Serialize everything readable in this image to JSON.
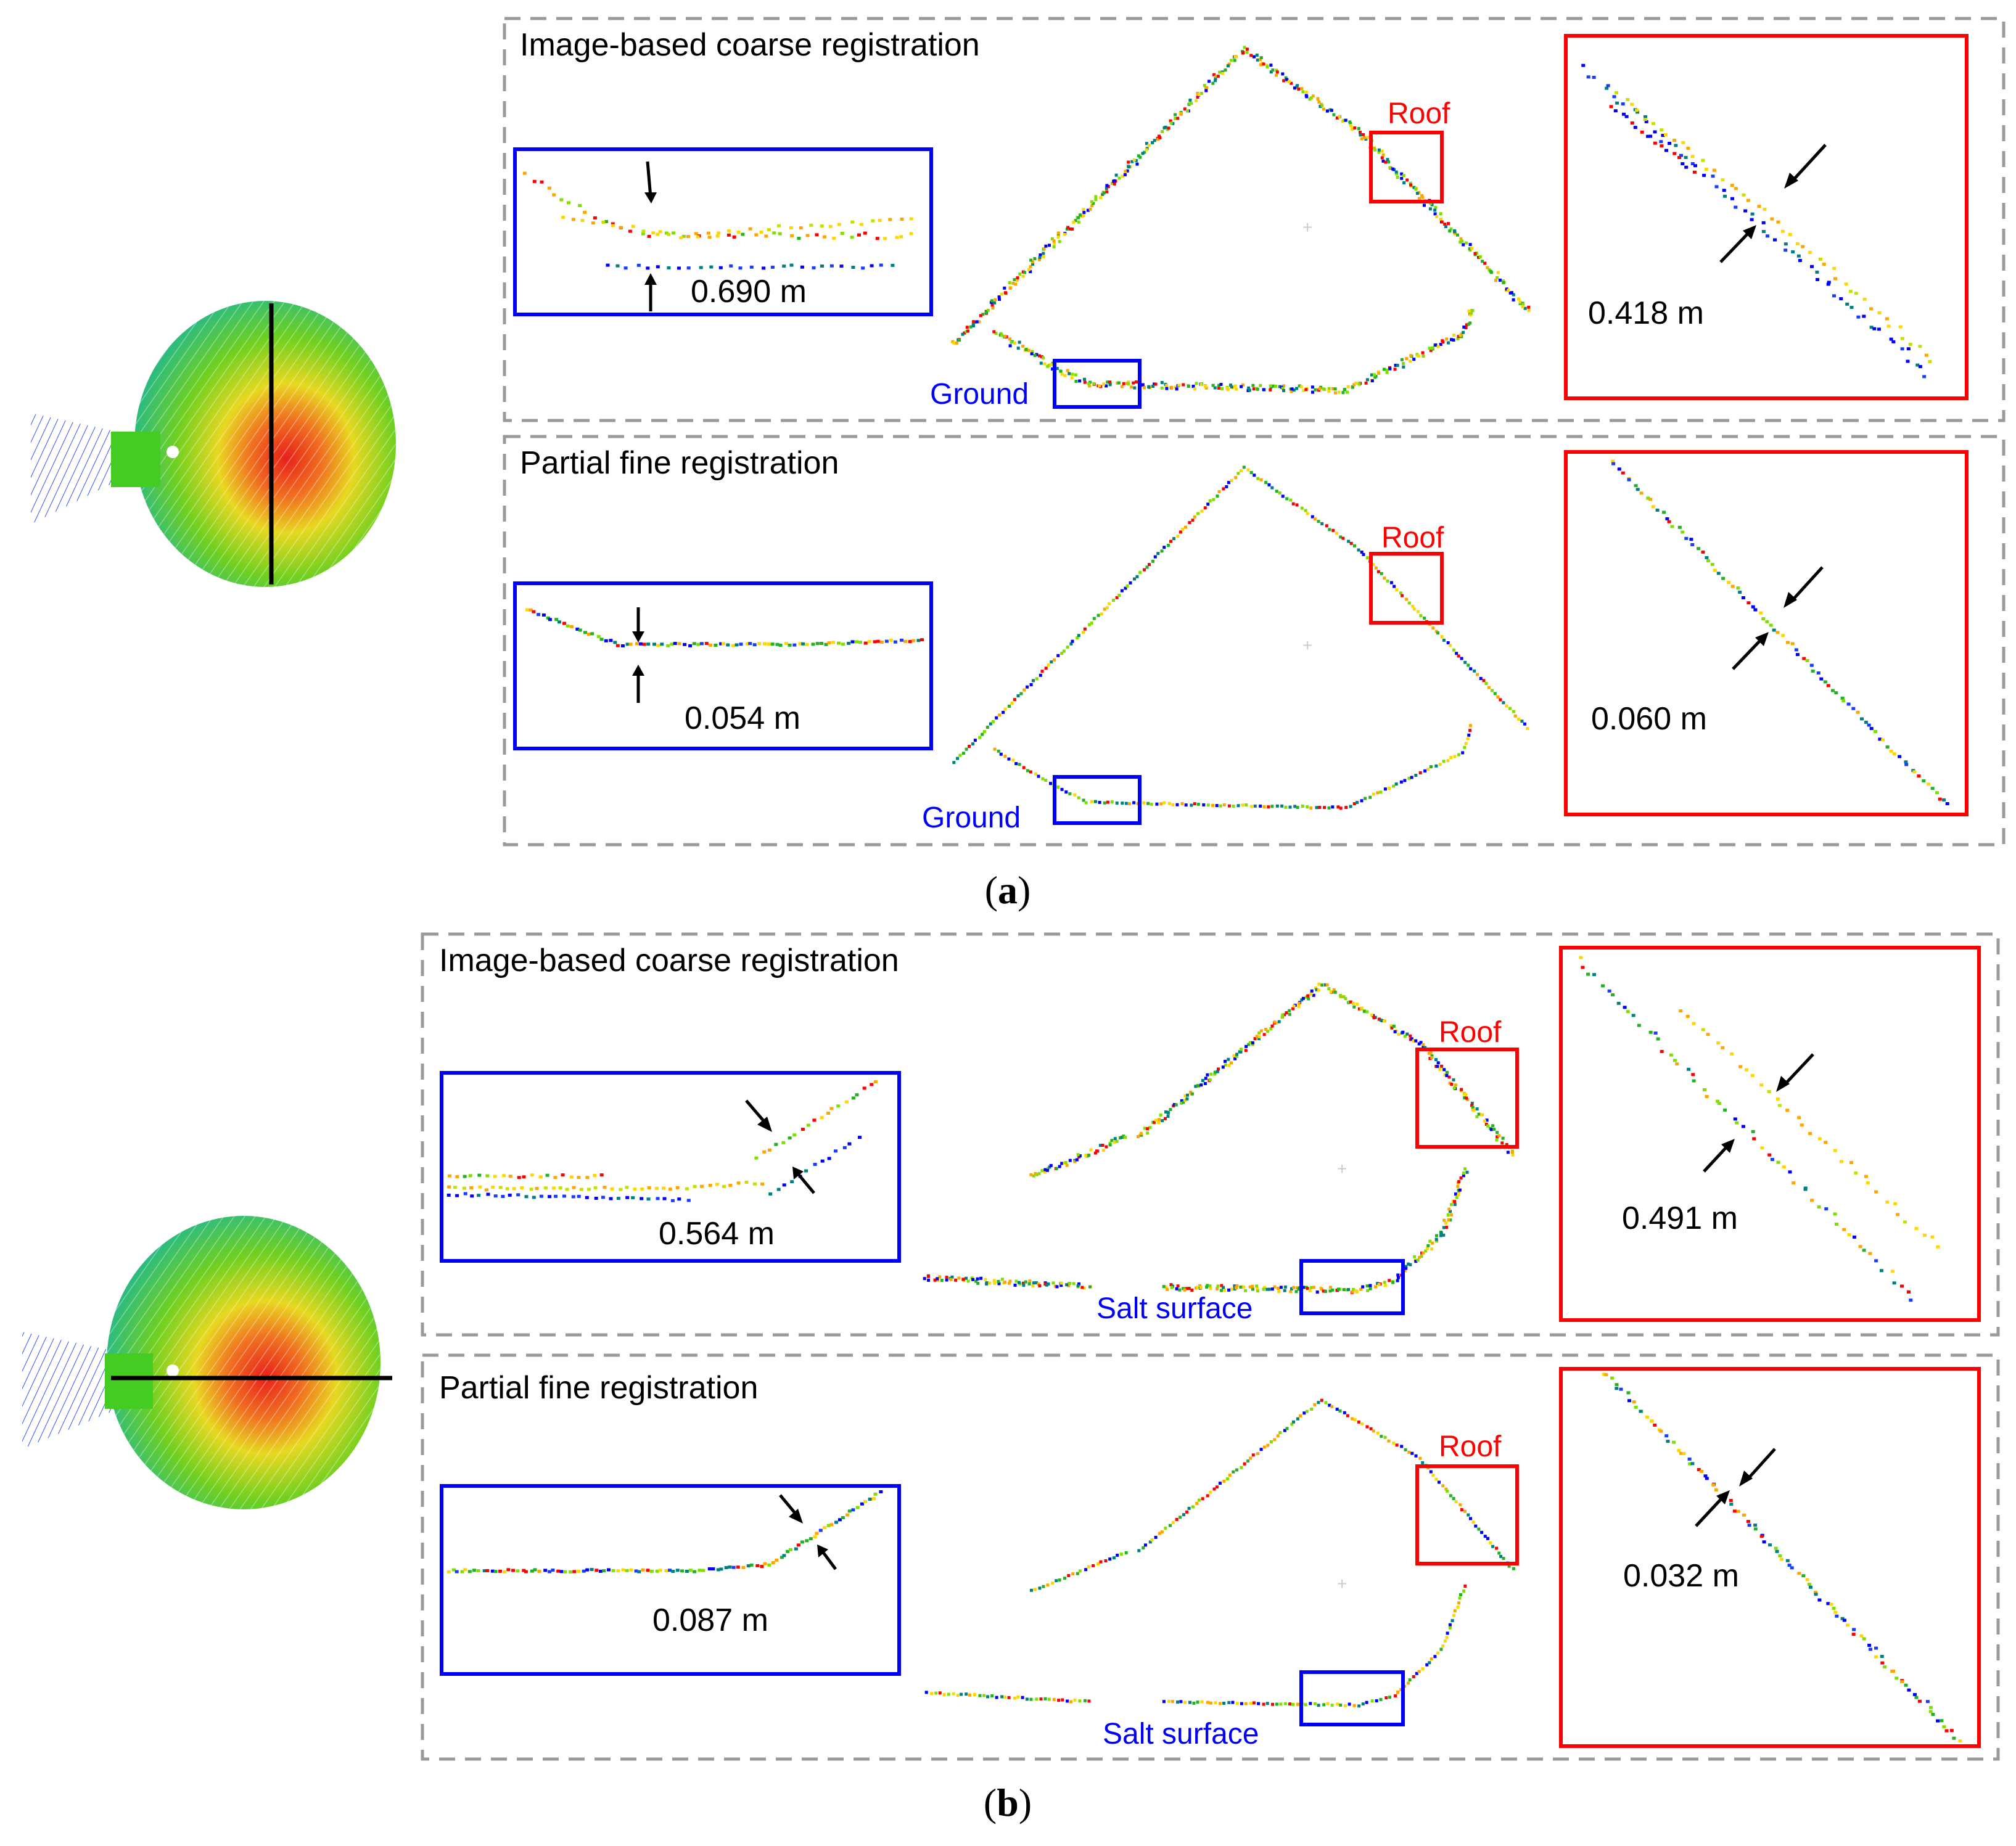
{
  "panels": [
    {
      "caption": "(a)",
      "caption_letter": "a",
      "rows": [
        {
          "title": "Image-based coarse registration",
          "ground_label": "Ground",
          "roof_label": "Roof",
          "ground_zoom_value": "0.690 m",
          "roof_zoom_value": "0.418 m"
        },
        {
          "title": "Partial fine registration",
          "ground_label": "Ground",
          "roof_label": "Roof",
          "ground_zoom_value": "0.054 m",
          "roof_zoom_value": "0.060 m"
        }
      ]
    },
    {
      "caption": "(b)",
      "caption_letter": "b",
      "rows": [
        {
          "title": "Image-based coarse registration",
          "ground_label": "Salt surface",
          "roof_label": "Roof",
          "ground_zoom_value": "0.564 m",
          "roof_zoom_value": "0.491 m"
        },
        {
          "title": "Partial fine registration",
          "ground_label": "Salt surface",
          "roof_label": "Roof",
          "ground_zoom_value": "0.087 m",
          "roof_zoom_value": "0.032 m"
        }
      ]
    }
  ],
  "colors": {
    "frame_dashed": "#9a9a9a",
    "ground_box": "#0000ff",
    "roof_box": "#ff0000",
    "ground_label": "#0000ff",
    "roof_label": "#ff0000",
    "text": "#000000",
    "point_colors": [
      "#ff0000",
      "#ffa500",
      "#ffd700",
      "#7fe000",
      "#22b222",
      "#008080",
      "#0000ff"
    ]
  }
}
